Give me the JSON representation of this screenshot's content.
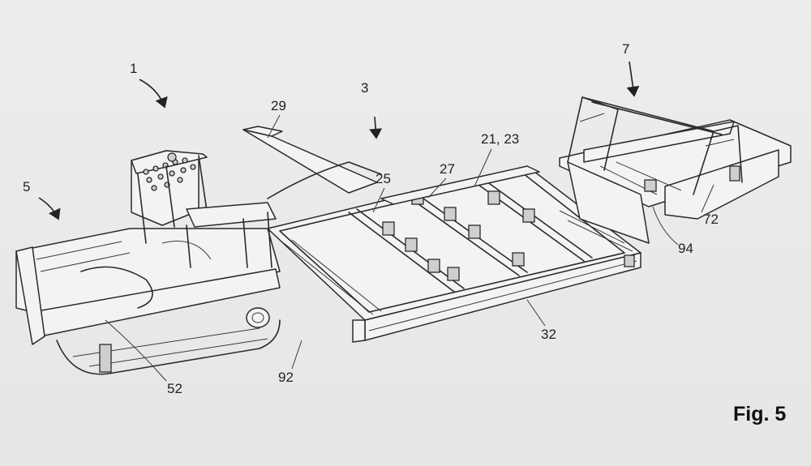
{
  "figure": {
    "caption": "Fig. 5",
    "labels": {
      "l1": "1",
      "l3": "3",
      "l5": "5",
      "l7": "7",
      "l21": "21, 23",
      "l25": "25",
      "l27": "27",
      "l29": "29",
      "l32": "32",
      "l52": "52",
      "l72": "72",
      "l92": "92",
      "l94": "94"
    }
  }
}
